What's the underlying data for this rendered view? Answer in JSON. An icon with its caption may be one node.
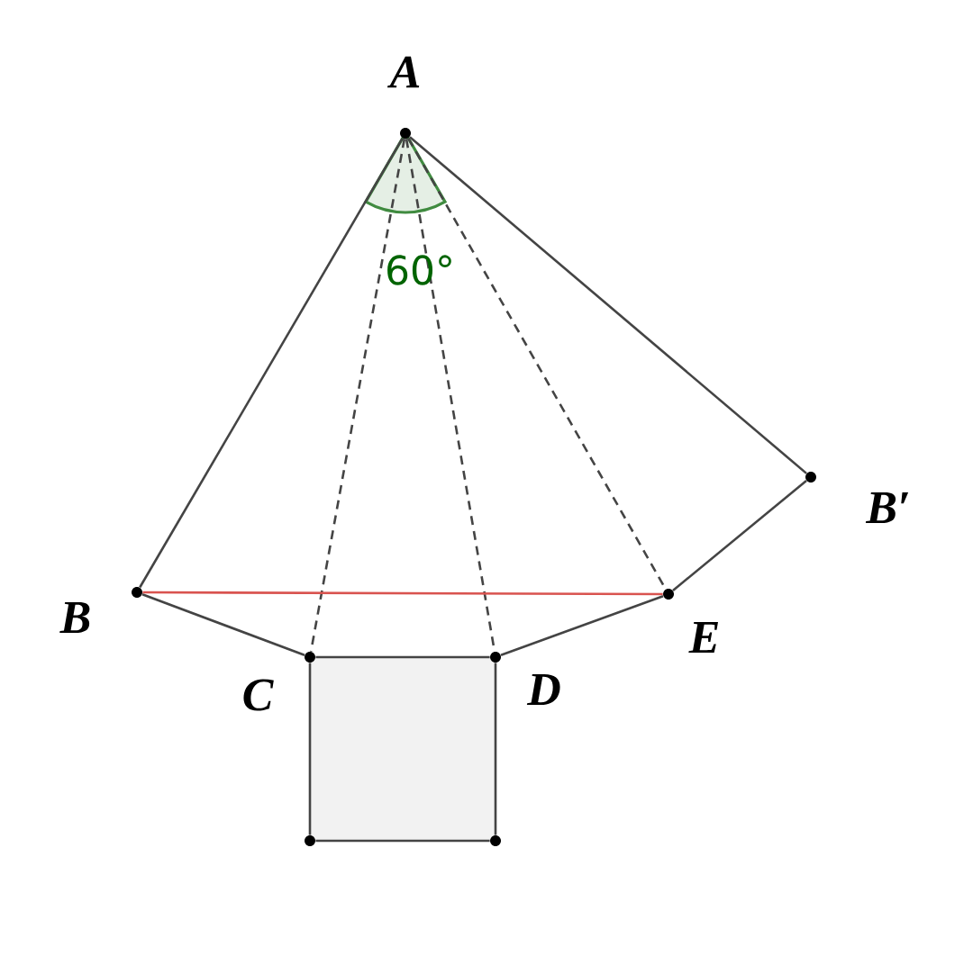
{
  "diagram": {
    "nodes": [
      {
        "text": [
          "A"
        ]
      },
      {
        "text": [
          "B"
        ]
      },
      {
        "text": [
          "B′"
        ]
      },
      {
        "text": [
          "C"
        ]
      },
      {
        "text": [
          "D"
        ]
      },
      {
        "text": [
          "E"
        ]
      },
      {
        "text": [],
        "shape": "circle"
      },
      {
        "text": [],
        "shape": "circle"
      },
      {
        "text": [],
        "shape": "box"
      }
    ],
    "edges": [
      {
        "from": 0,
        "to": 1,
        "arrow": "none"
      },
      {
        "from": 0,
        "to": 2,
        "arrow": "none"
      },
      {
        "from": 2,
        "to": 5,
        "arrow": "none"
      },
      {
        "from": 5,
        "to": 4,
        "arrow": "none"
      },
      {
        "from": 1,
        "to": 3,
        "arrow": "none"
      },
      {
        "from": 3,
        "to": 4,
        "arrow": "none"
      },
      {
        "from": 3,
        "to": 6,
        "arrow": "none"
      },
      {
        "from": 6,
        "to": 7,
        "arrow": "none"
      },
      {
        "from": 7,
        "to": 4,
        "arrow": "none"
      },
      {
        "from": 0,
        "to": 3,
        "arrow": "none",
        "style": "dashed"
      },
      {
        "from": 0,
        "to": 4,
        "arrow": "none",
        "style": "dashed"
      },
      {
        "from": 0,
        "to": 5,
        "arrow": "none",
        "style": "dashed"
      },
      {
        "from": 1,
        "to": 5,
        "arrow": "none",
        "color": "#d9534f"
      }
    ],
    "labels": [
      "60°"
    ]
  }
}
